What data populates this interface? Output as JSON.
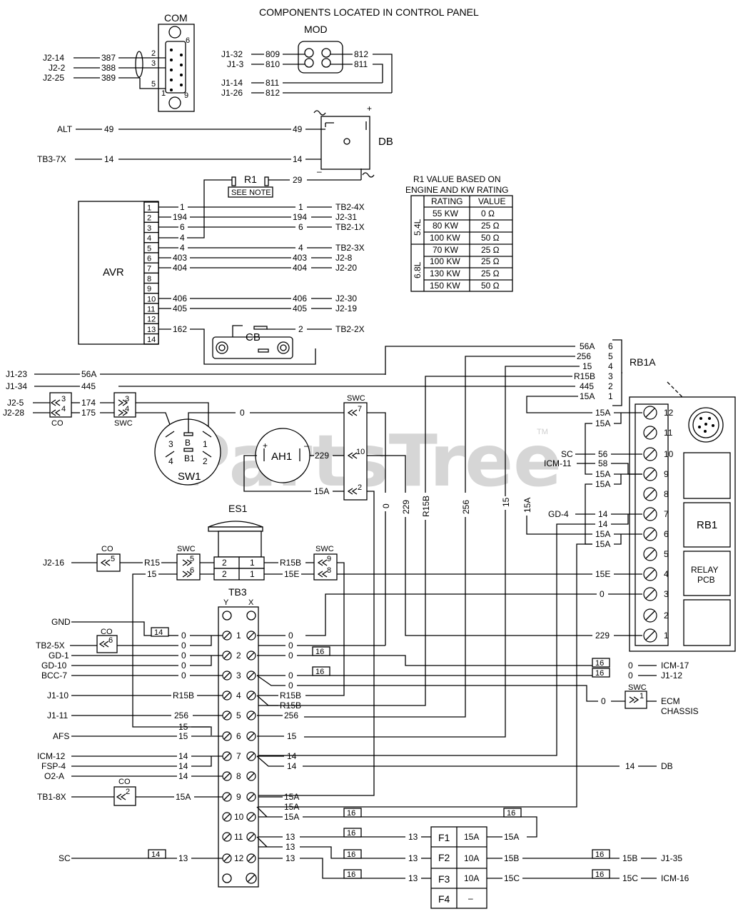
{
  "title": "COMPONENTS LOCATED IN CONTROL PANEL",
  "watermark": "PartsTree",
  "trademark": "TM",
  "com": {
    "label": "COM",
    "rows": [
      {
        "from": "J2-14",
        "wire": "387",
        "pin": "2"
      },
      {
        "from": "J2-2",
        "wire": "388",
        "pin": "3"
      },
      {
        "from": "J2-25",
        "wire": "389",
        "pin": "5"
      }
    ],
    "pin_top": "6",
    "pin_low1": "9",
    "pin_low2": "1"
  },
  "mod": {
    "label": "MOD",
    "rows": [
      {
        "from": "J1-32",
        "wire": "809",
        "right": "812"
      },
      {
        "from": "J1-3",
        "wire": "810",
        "right": "811"
      },
      {
        "from": "J1-14",
        "wire": "811"
      },
      {
        "from": "J1-26",
        "wire": "812"
      }
    ]
  },
  "db": {
    "label": "DB",
    "alt_from": "ALT",
    "alt_wire": "49",
    "tb_from": "TB3-7X",
    "tb_wire": "14",
    "plus": "+",
    "minus": "–"
  },
  "r1": {
    "label": "R1",
    "note": "SEE NOTE",
    "wire": "29"
  },
  "r1_table": {
    "title1": "R1 VALUE BASED ON",
    "title2": "ENGINE AND KW RATING",
    "headers": [
      "RATING",
      "VALUE"
    ],
    "group_a": "5.4L",
    "group_b": "6.8L",
    "rows": [
      [
        "55 KW",
        "0 Ω"
      ],
      [
        "80 KW",
        "25 Ω"
      ],
      [
        "100 KW",
        "50 Ω"
      ],
      [
        "70 KW",
        "25 Ω"
      ],
      [
        "100 KW",
        "25 Ω"
      ],
      [
        "130 KW",
        "25 Ω"
      ],
      [
        "150 KW",
        "50 Ω"
      ]
    ]
  },
  "avr": {
    "label": "AVR",
    "terms": [
      "1",
      "2",
      "3",
      "4",
      "5",
      "6",
      "7",
      "8",
      "9",
      "10",
      "11",
      "12",
      "13",
      "14"
    ],
    "wires": [
      {
        "term": "1",
        "left": "1",
        "right": "1",
        "dest": "TB2-4X"
      },
      {
        "term": "2",
        "left": "194",
        "right": "194",
        "dest": "J2-31"
      },
      {
        "term": "3",
        "left": "6",
        "right": "6",
        "dest": "TB2-1X"
      },
      {
        "term": "4",
        "left": "4",
        "right": "",
        "dest": ""
      },
      {
        "term": "5",
        "left": "4",
        "right": "4",
        "dest": "TB2-3X"
      },
      {
        "term": "6",
        "left": "403",
        "right": "403",
        "dest": "J2-8"
      },
      {
        "term": "7",
        "left": "404",
        "right": "404",
        "dest": "J2-20"
      },
      {
        "term": "10",
        "left": "406",
        "right": "406",
        "dest": "J2-30"
      },
      {
        "term": "11",
        "left": "405",
        "right": "405",
        "dest": "J2-19"
      },
      {
        "term": "13",
        "left": "162",
        "right": "",
        "dest": ""
      }
    ]
  },
  "cb": {
    "label": "CB",
    "wire": "2",
    "dest": "TB2-2X"
  },
  "rb1a": {
    "label": "RB1A",
    "rows": [
      {
        "wire": "56A",
        "pin": "6"
      },
      {
        "wire": "256",
        "pin": "5"
      },
      {
        "wire": "15",
        "pin": "4"
      },
      {
        "wire": "R15B",
        "pin": "3"
      },
      {
        "wire": "445",
        "pin": "2"
      },
      {
        "wire": "15A",
        "pin": "1"
      }
    ]
  },
  "j1_23": {
    "from": "J1-23",
    "wire": "56A"
  },
  "j1_34": {
    "from": "J1-34",
    "wire": "445"
  },
  "co_a": {
    "label": "CO",
    "p1": "3",
    "p2": "4",
    "r1": "J2-5",
    "r2": "J2-28"
  },
  "swc_a": {
    "label": "SWC",
    "p1": "3",
    "p2": "4",
    "w1": "174",
    "w2": "175"
  },
  "sw1": {
    "label": "SW1",
    "terms": [
      "3",
      "B",
      "1",
      "4",
      "B1",
      "2"
    ]
  },
  "ah1": {
    "label": "AH1",
    "plus": "+",
    "minus": "–"
  },
  "swc_b": {
    "label": "SWC",
    "p1": "7",
    "p2": "10",
    "p3": "2",
    "w_top": "0",
    "w_mid": "229",
    "w_bot": "15A"
  },
  "verticals": [
    "0",
    "229",
    "R15B",
    "256",
    "15",
    "15A"
  ],
  "rb1": {
    "terms": [
      "12",
      "11",
      "10",
      "9",
      "8",
      "7",
      "6",
      "5",
      "4",
      "3",
      "2",
      "1"
    ],
    "left_labels": [
      {
        "wire": "15A",
        "from": ""
      },
      {
        "wire": "15A",
        "from": ""
      },
      {
        "wire": "56",
        "from": "SC"
      },
      {
        "wire": "58",
        "from": "ICM-11"
      },
      {
        "wire": "15A",
        "from": ""
      },
      {
        "wire": "15A",
        "from": ""
      },
      {
        "wire": "14",
        "from": "GD-4"
      },
      {
        "wire": "14",
        "from": ""
      },
      {
        "wire": "15A",
        "from": ""
      },
      {
        "wire": "15A",
        "from": ""
      },
      {
        "wire": "15E",
        "from": ""
      },
      {
        "wire": "0",
        "from": ""
      },
      {
        "wire": "229",
        "from": ""
      }
    ],
    "box_label": "RB1",
    "relay_label1": "RELAY",
    "relay_label2": "PCB"
  },
  "es1": {
    "label": "ES1",
    "t1": "2",
    "t2": "1",
    "t3": "2",
    "t4": "1",
    "w_in": "R15",
    "w_out": "R15B",
    "w_in2": "15",
    "w_out2": "15E"
  },
  "co_b": {
    "label": "CO",
    "pin": "5",
    "from": "J2-16"
  },
  "swc_c": {
    "label": "SWC",
    "p1": "5",
    "p2": "6"
  },
  "swc_d": {
    "label": "SWC",
    "p1": "9",
    "p2": "8"
  },
  "tb3": {
    "label": "TB3",
    "col_y": "Y",
    "col_x": "X",
    "terms": [
      "1",
      "2",
      "3",
      "4",
      "5",
      "6",
      "7",
      "8",
      "9",
      "10",
      "11",
      "12"
    ],
    "left": [
      {
        "from": "GND",
        "wire": "14",
        "boxed": true
      },
      {
        "from": "TB2-5X",
        "wire": "0"
      },
      {
        "from": "GD-1",
        "wire": "0"
      },
      {
        "from": "GD-10",
        "wire": "0"
      },
      {
        "from": "BCC-7",
        "wire": "0"
      },
      {
        "from": "J1-10",
        "wire": "R15B"
      },
      {
        "from": "J1-11",
        "wire": "256"
      },
      {
        "from": "",
        "wire": "15"
      },
      {
        "from": "AFS",
        "wire": "15"
      },
      {
        "from": "ICM-12",
        "wire": "14"
      },
      {
        "from": "FSP-4",
        "wire": "14"
      },
      {
        "from": "O2-A",
        "wire": "14"
      },
      {
        "from": "TB1-8X",
        "wire": "15A"
      },
      {
        "from": "SC",
        "wire": "13",
        "box": "14"
      }
    ],
    "co_c": {
      "label": "CO",
      "pin": "6"
    },
    "co_d": {
      "label": "CO",
      "pin": "2"
    },
    "left_extra_zero": "0",
    "right": [
      {
        "wire": "0"
      },
      {
        "wire": "0"
      },
      {
        "wire": "0"
      },
      {
        "wire": "0"
      },
      {
        "wire": "R15B"
      },
      {
        "wire": "R15B"
      },
      {
        "wire": "256"
      },
      {
        "wire": "15"
      },
      {
        "wire": "14"
      },
      {
        "wire": "14"
      },
      {
        "wire": "15A"
      },
      {
        "wire": "15A"
      },
      {
        "wire": "15A"
      },
      {
        "wire": "13"
      },
      {
        "wire": "13"
      },
      {
        "wire": "13"
      }
    ],
    "box16": "16"
  },
  "far_right": [
    {
      "wire": "0",
      "dest": "ICM-17",
      "box": "16"
    },
    {
      "wire": "0",
      "dest": "J1-12",
      "box": "16"
    },
    {
      "wire": "0",
      "dest": "ECM",
      "dest2": "CHASSIS",
      "swc": "SWC",
      "swc_pin": "1"
    },
    {
      "wire": "14",
      "dest": "DB"
    }
  ],
  "fuses": {
    "rows": [
      {
        "name": "F1",
        "rating": "15A",
        "in": "13",
        "out": "15A",
        "box": "16"
      },
      {
        "name": "F2",
        "rating": "10A",
        "in": "13",
        "out": "15B",
        "dest": "J1-35",
        "dwire": "15B",
        "box": "16"
      },
      {
        "name": "F3",
        "rating": "10A",
        "in": "13",
        "out": "15C",
        "dest": "ICM-16",
        "dwire": "15C",
        "box": "16"
      },
      {
        "name": "F4",
        "rating": "–",
        "in": "",
        "out": ""
      }
    ]
  }
}
